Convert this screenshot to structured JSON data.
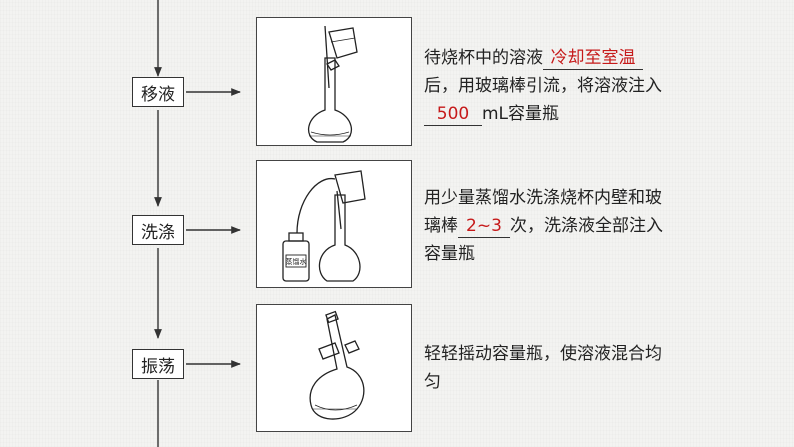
{
  "steps": [
    {
      "label": "移液",
      "text_parts": {
        "a": "待烧杯中的溶液",
        "answer1": "冷却至室温",
        "b": "后，用玻璃棒引流，将溶液注入",
        "answer2": "500",
        "c": "mL容量瓶"
      }
    },
    {
      "label": "洗涤",
      "text_parts": {
        "a": "用少量蒸馏水洗涤烧杯内壁和玻璃棒",
        "answer1": "2~3",
        "b": "次，洗涤液全部注入容量瓶"
      }
    },
    {
      "label": "振荡",
      "text_parts": {
        "a": "轻轻摇动容量瓶，使溶液混合均匀"
      }
    }
  ],
  "bottle_label": "蒸馏水"
}
